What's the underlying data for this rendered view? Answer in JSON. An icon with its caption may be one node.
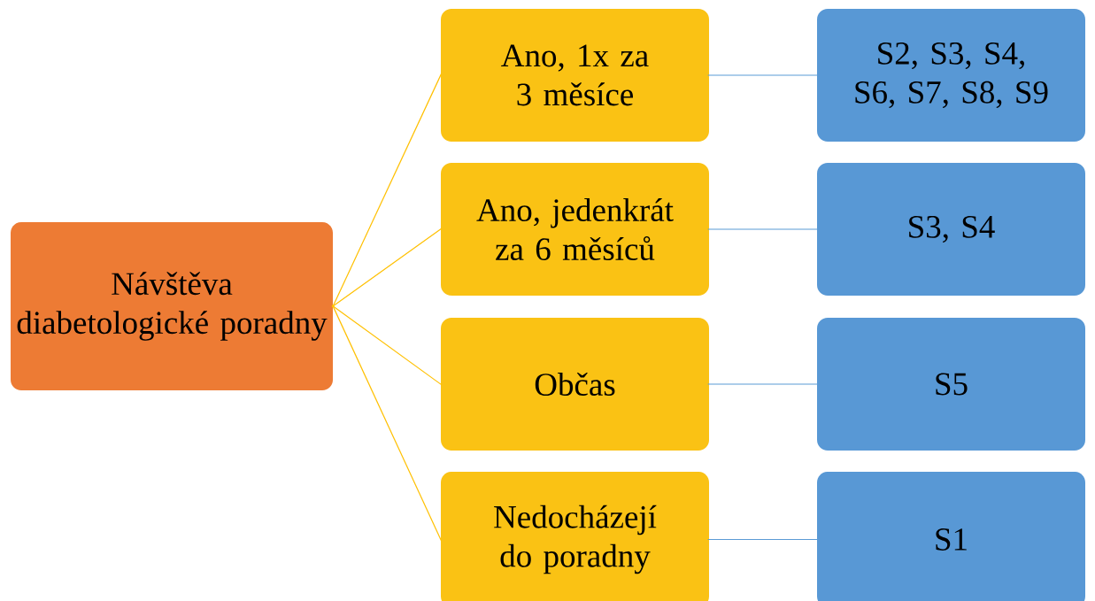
{
  "diagram": {
    "nodes": [
      {
        "text": [
          "Návštěva diabetologické poradny"
        ]
      },
      {
        "text": [
          "Ano, 1x za 3 měsíce"
        ]
      },
      {
        "text": [
          "Ano, jedenkrát za 6 měsíců"
        ]
      },
      {
        "text": [
          "Občas"
        ]
      },
      {
        "text": [
          "Nedocházejí do poradny"
        ]
      },
      {
        "text": [
          "S2, S3, S4, S6, S7, S8, S9"
        ]
      },
      {
        "text": [
          "S3, S4"
        ]
      },
      {
        "text": [
          "S5"
        ]
      },
      {
        "text": [
          "S1"
        ]
      }
    ],
    "edges": [
      {
        "from": 0,
        "to": 1,
        "arrow": "none",
        "color": "#ffc000"
      },
      {
        "from": 0,
        "to": 2,
        "arrow": "none",
        "color": "#ffc000"
      },
      {
        "from": 0,
        "to": 3,
        "arrow": "none",
        "color": "#ffc000"
      },
      {
        "from": 0,
        "to": 4,
        "arrow": "none",
        "color": "#ffc000"
      },
      {
        "from": 1,
        "to": 5,
        "arrow": "none",
        "color": "#5b9bd5"
      },
      {
        "from": 2,
        "to": 6,
        "arrow": "none",
        "color": "#5b9bd5"
      },
      {
        "from": 3,
        "to": 7,
        "arrow": "none",
        "color": "#5b9bd5"
      },
      {
        "from": 4,
        "to": 8,
        "arrow": "none",
        "color": "#5b9bd5"
      }
    ]
  }
}
